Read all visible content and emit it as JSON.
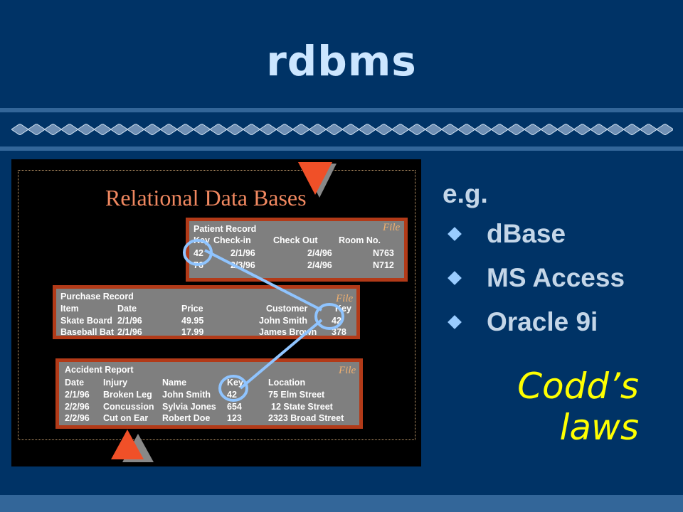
{
  "slide": {
    "title": "rdbms",
    "colors": {
      "background": "#003366",
      "title": "#cce6ff",
      "accent": "#336699",
      "callout": "#ffff00"
    },
    "intro": "e.g.",
    "bullets": [
      "dBase",
      "MS Access",
      "Oracle 9i"
    ],
    "callout": {
      "line1": "Codd’s",
      "line2": "laws"
    }
  },
  "figure": {
    "title": "Relational Data Bases",
    "file_label": "File",
    "patient": {
      "header": "Patient Record",
      "columns": [
        "Key",
        "Check-in",
        "Check Out",
        "Room No."
      ],
      "rows": [
        [
          "42",
          "2/1/96",
          "2/4/96",
          "N763"
        ],
        [
          "76",
          "2/3/96",
          "2/4/96",
          "N712"
        ]
      ]
    },
    "purchase": {
      "header": "Purchase Record",
      "columns": [
        "Item",
        "Date",
        "Price",
        "Customer",
        "Key"
      ],
      "rows": [
        [
          "Skate Board",
          "2/1/96",
          "49.95",
          "John Smith",
          "42"
        ],
        [
          "Baseball Bat",
          "2/1/96",
          "17.99",
          "James Brown",
          "378"
        ]
      ]
    },
    "accident": {
      "header": "Accident Report",
      "columns": [
        "Date",
        "Injury",
        "Name",
        "Key",
        "Location"
      ],
      "rows": [
        [
          "2/1/96",
          "Broken Leg",
          "John Smith",
          "42",
          "75 Elm Street"
        ],
        [
          "2/2/96",
          "Concussion",
          "Sylvia Jones",
          "654",
          "12 State Street"
        ],
        [
          "2/2/96",
          "Cut on Ear",
          "Robert Doe",
          "123",
          "2323 Broad Street"
        ]
      ]
    }
  }
}
